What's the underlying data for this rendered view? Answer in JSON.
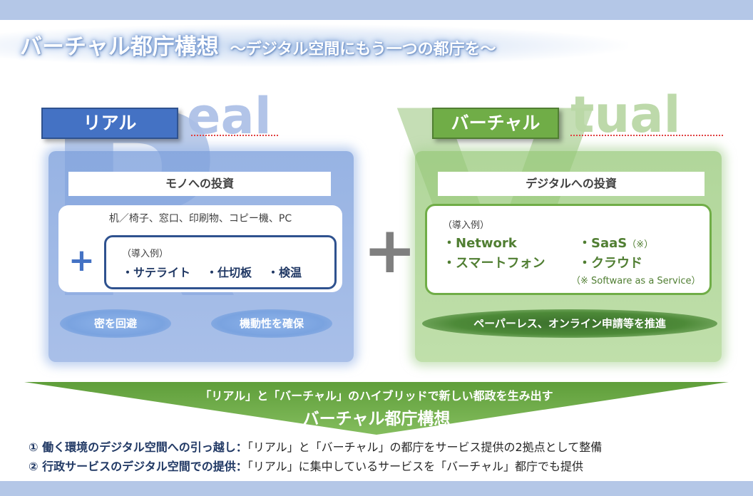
{
  "title": {
    "main": "バーチャル都庁構想",
    "sub": "～デジタル空間にもう一つの都庁を～"
  },
  "watermark": {
    "real_big": "R",
    "real_rest": "eal",
    "virtual_big": "V",
    "virtual_rest": "tual"
  },
  "real": {
    "tag": "リアル",
    "heading": "モノへの投資",
    "items": "机／椅子、窓口、印刷物、コピー機、PC",
    "example_label": "（導入例）",
    "examples": [
      "・サテライト",
      "・仕切板",
      "・検温"
    ],
    "outcomes": [
      "密を回避",
      "機動性を確保"
    ],
    "plus": "+"
  },
  "virtual": {
    "tag": "バーチャル",
    "heading": "デジタルへの投資",
    "example_label": "（導入例）",
    "examples": [
      "・Network",
      "・SaaS",
      "・スマートフォン",
      "・クラウド"
    ],
    "saas_mark": "（※）",
    "note": "（※ Software as a Service）",
    "outcome": "ペーパーレス、オンライン申請等を推進"
  },
  "center_plus": "+",
  "summary": {
    "line1": "「リアル」と「バーチャル」のハイブリッドで新しい都政を生み出す",
    "line2": "バーチャル都庁構想"
  },
  "points": [
    {
      "head": "① 働く環境のデジタル空間への引っ越し：",
      "text": "「リアル」と「バーチャル」の都庁をサービス提供の2拠点として整備"
    },
    {
      "head": "② 行政サービスのデジタル空間での提供：",
      "text": "「リアル」に集中しているサービスを「バーチャル」都庁でも提供"
    }
  ],
  "colors": {
    "band": "#b4c7e7",
    "real": "#4472c4",
    "virtual": "#70ad47",
    "funnel": "#70ad47"
  }
}
